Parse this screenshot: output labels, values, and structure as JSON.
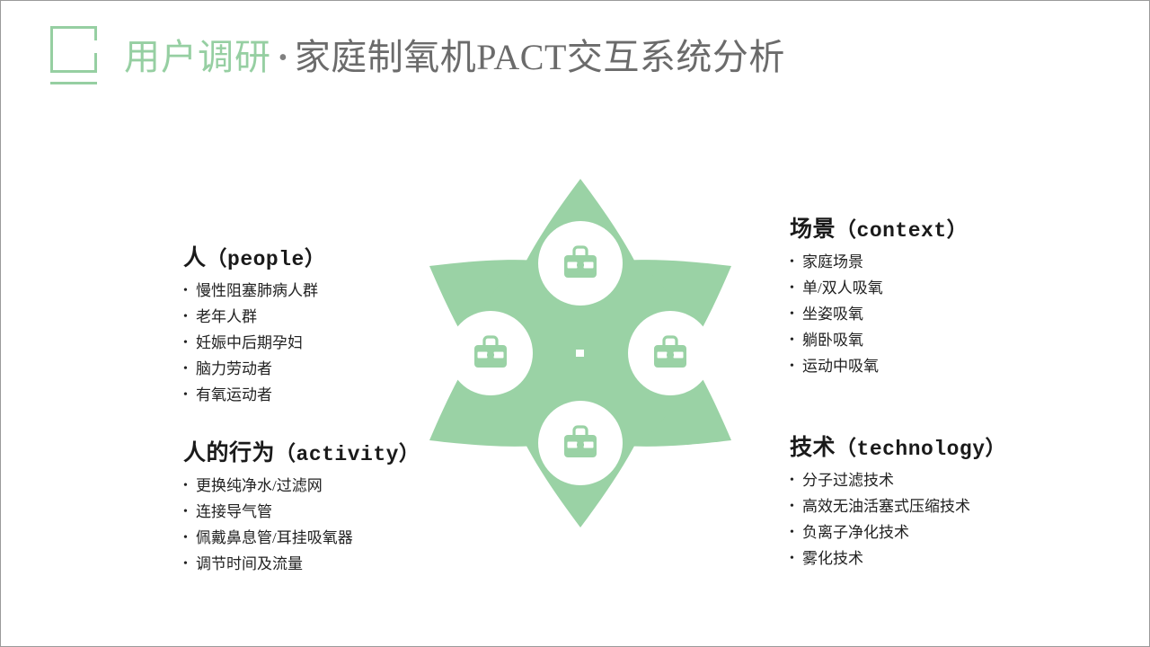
{
  "slide": {
    "background_color": "#ffffff",
    "accent_color": "#96cfa2",
    "graphic_green": "#9ad2a5",
    "title_color": "#6b6b6b"
  },
  "header": {
    "accent_text": "用户调研",
    "separator": "•",
    "main_text": "家庭制氧机PACT交互系统分析"
  },
  "graphic": {
    "icon_name": "briefcase-icon",
    "icon_count": 4,
    "petal_count": 6,
    "center_marker": "square"
  },
  "blocks": [
    {
      "id": "people",
      "title_cn": "人",
      "title_en": "（people）",
      "items": [
        "慢性阻塞肺病人群",
        "老年人群",
        "妊娠中后期孕妇",
        "脑力劳动者",
        "有氧运动者"
      ]
    },
    {
      "id": "activity",
      "title_cn": "人的行为",
      "title_en": "（activity）",
      "items": [
        "更换纯净水/过滤网",
        "连接导气管",
        "佩戴鼻息管/耳挂吸氧器",
        "调节时间及流量"
      ]
    },
    {
      "id": "context",
      "title_cn": "场景",
      "title_en": "（context）",
      "items": [
        "家庭场景",
        "单/双人吸氧",
        "坐姿吸氧",
        "躺卧吸氧",
        "运动中吸氧"
      ]
    },
    {
      "id": "technology",
      "title_cn": "技术",
      "title_en": "（technology）",
      "items": [
        "分子过滤技术",
        "高效无油活塞式压缩技术",
        "负离子净化技术",
        "雾化技术"
      ]
    }
  ]
}
